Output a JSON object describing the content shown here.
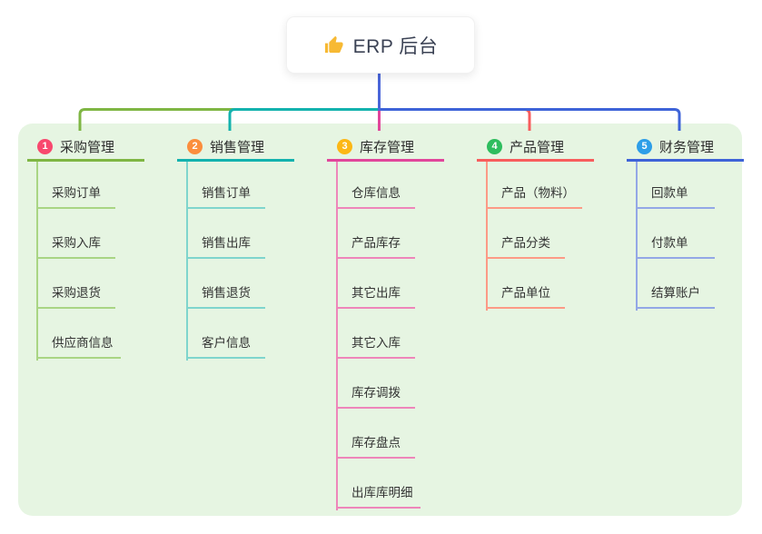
{
  "root": {
    "label": "ERP 后台",
    "icon": "thumbs-up-icon",
    "icon_color": "#f7b933"
  },
  "canvas": {
    "background": "#ffffff",
    "panel_background": "#e6f5e2",
    "trunk_color": "#4a66d9"
  },
  "branches": [
    {
      "badge": "1",
      "badge_color": "#f8486e",
      "label": "采购管理",
      "line_color": "#7fb644",
      "child_line_color": "#a9d584",
      "children": [
        "采购订单",
        "采购入库",
        "采购退货",
        "供应商信息"
      ]
    },
    {
      "badge": "2",
      "badge_color": "#fb8e3d",
      "label": "销售管理",
      "line_color": "#14b2ae",
      "child_line_color": "#7fd5cd",
      "children": [
        "销售订单",
        "销售出库",
        "销售退货",
        "客户信息"
      ]
    },
    {
      "badge": "3",
      "badge_color": "#fcb715",
      "label": "库存管理",
      "line_color": "#e1469b",
      "child_line_color": "#ee86ba",
      "children": [
        "仓库信息",
        "产品库存",
        "其它出库",
        "其它入库",
        "库存调拨",
        "库存盘点",
        "出库库明细"
      ]
    },
    {
      "badge": "4",
      "badge_color": "#2ebd5e",
      "label": "产品管理",
      "line_color": "#f85d5d",
      "child_line_color": "#fc9a86",
      "children": [
        "产品（物料）",
        "产品分类",
        "产品单位"
      ]
    },
    {
      "badge": "5",
      "badge_color": "#2d9ee8",
      "label": "财务管理",
      "line_color": "#3e63d8",
      "child_line_color": "#93a7e6",
      "children": [
        "回款单",
        "付款单",
        "结算账户"
      ]
    }
  ]
}
